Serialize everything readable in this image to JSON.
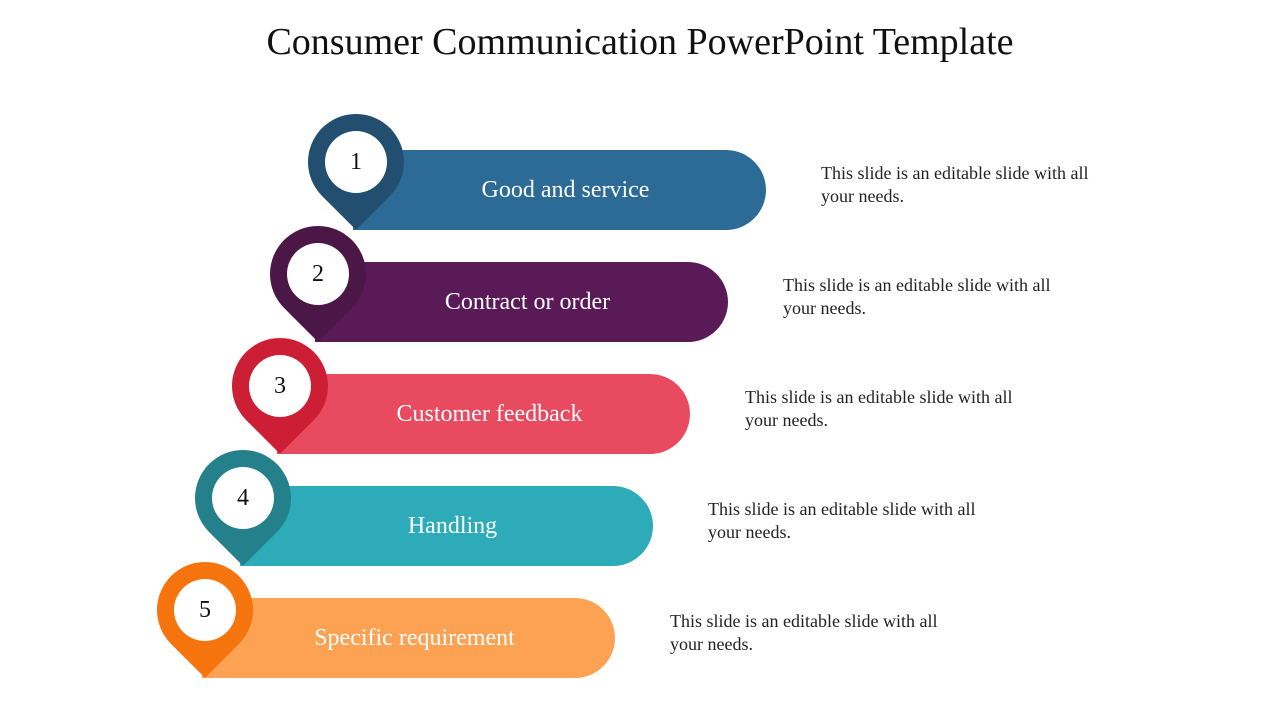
{
  "title": "Consumer Communication PowerPoint Template",
  "steps": [
    {
      "number": "1",
      "label": "Good and service",
      "description": "This slide is an editable slide with all your needs.",
      "bar_color": "#2B6B96",
      "pin_color": "#224F6F",
      "pin_dark": "#1C4460"
    },
    {
      "number": "2",
      "label": "Contract or order",
      "description": "This slide is an editable slide with all your needs.",
      "bar_color": "#5A1A57",
      "pin_color": "#4A1747",
      "pin_dark": "#3B1239"
    },
    {
      "number": "3",
      "label": "Customer feedback",
      "description": "This slide is an editable slide with all your needs.",
      "bar_color": "#E84A5F",
      "pin_color": "#CC1F36",
      "pin_dark": "#A9182C"
    },
    {
      "number": "4",
      "label": "Handling",
      "description": "This slide is an editable slide with all your needs.",
      "bar_color": "#2DABB9",
      "pin_color": "#24808A",
      "pin_dark": "#1D6870"
    },
    {
      "number": "5",
      "label": "Specific requirement",
      "description": "This slide is an editable slide with all your needs.",
      "bar_color": "#FDA152",
      "pin_color": "#F6740E",
      "pin_dark": "#D4600A"
    }
  ]
}
